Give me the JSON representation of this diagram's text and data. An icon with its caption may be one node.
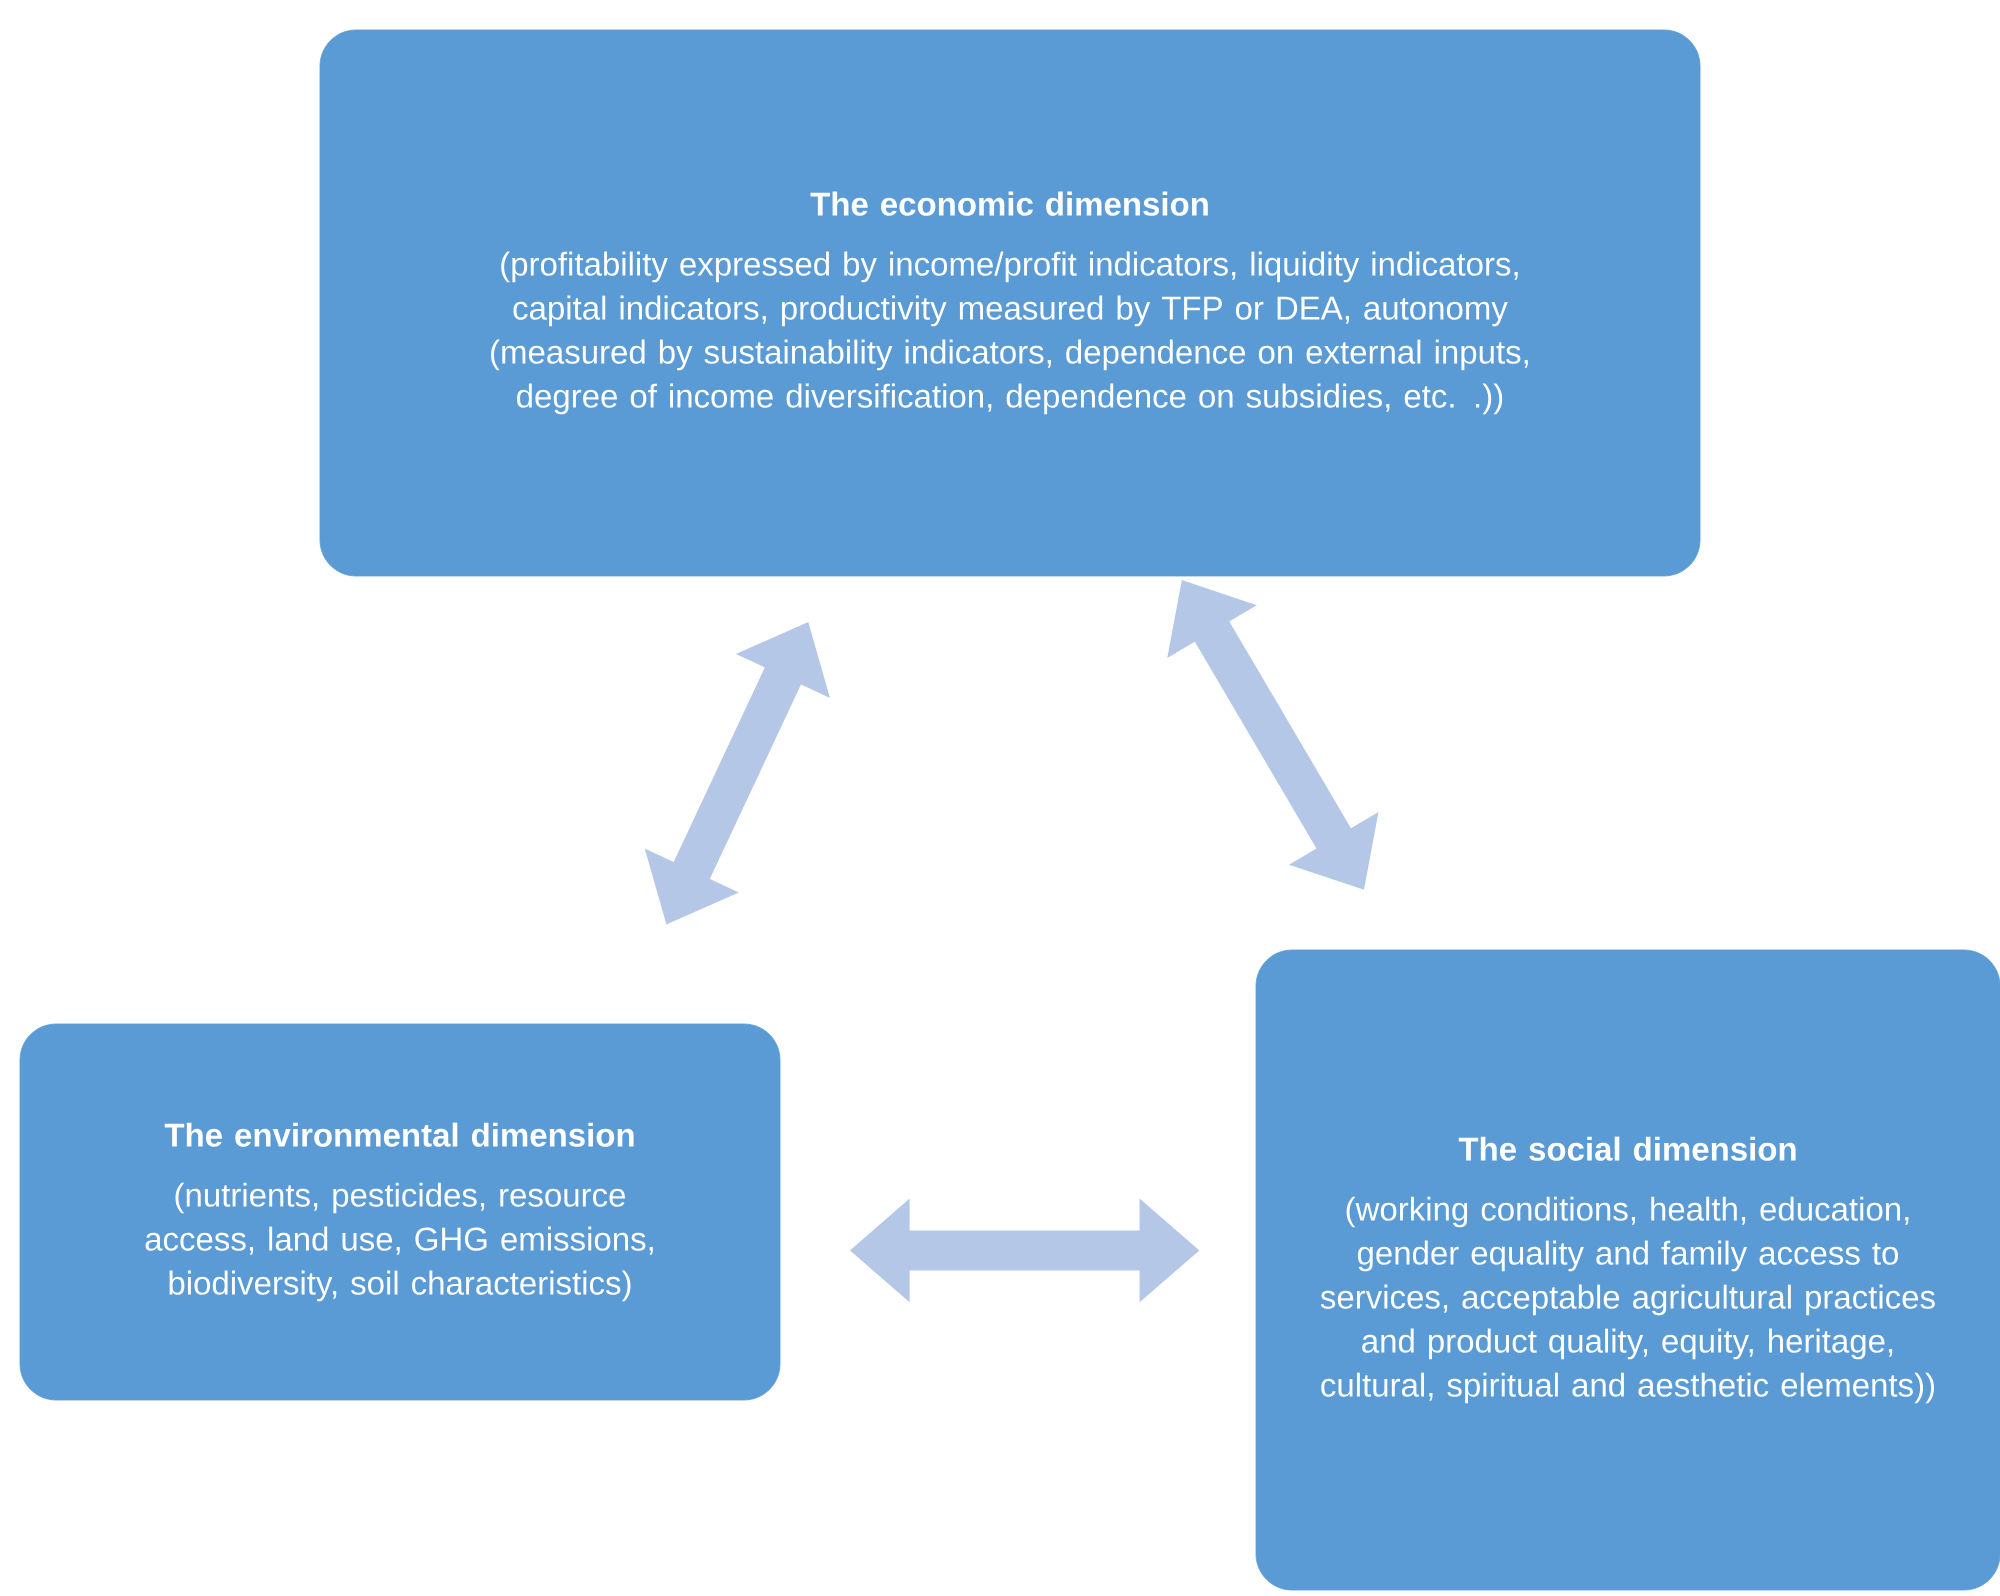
{
  "diagram": {
    "nodes": [
      {
        "text": [
          "The economic dimension",
          "(profitability expressed by income/profit indicators, liquidity indicators, capital indicators, productivity measured by TFP or DEA, autonomy (measured by sustainability indicators, dependence on external inputs, degree of income diversification, dependence on subsidies, etc. .))"
        ]
      },
      {
        "text": [
          "The environmental dimension",
          "(nutrients, pesticides, resource access, land use, GHG emissions, biodiversity, soil characteristics)"
        ]
      },
      {
        "text": [
          "The social dimension",
          "(working conditions, health, education, gender equality and family access to services, acceptable agricultural practices and product quality, equity, heritage, cultural, spiritual and aesthetic elements))"
        ]
      }
    ],
    "edges": [
      {
        "from": 0,
        "to": 1,
        "arrow": "both"
      },
      {
        "from": 0,
        "to": 2,
        "arrow": "both"
      },
      {
        "from": 1,
        "to": 2,
        "arrow": "both"
      }
    ]
  }
}
